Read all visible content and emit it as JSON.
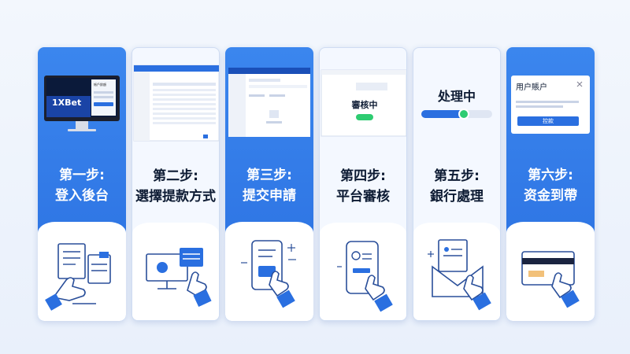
{
  "colors": {
    "blue": "#2a6fe0",
    "dark_blue": "#1a4fb8",
    "light_bg": "#f4f8ff",
    "green": "#2ecc71",
    "text_dark": "#0d1b33"
  },
  "steps": [
    {
      "line1": "第一步:",
      "line2": "登入後台",
      "screen_brand": "1XBet",
      "screen_text": "帳戶餘額",
      "icon": "document-hand-icon"
    },
    {
      "line1": "第二步:",
      "line2": "選擇提款方式",
      "icon": "monitor-hand-icon"
    },
    {
      "line1": "第三步:",
      "line2": "提交申請",
      "icon": "phone-tap-icon"
    },
    {
      "line1": "第四步:",
      "line2": "平台審核",
      "status": "審核中",
      "icon": "phone-hand-icon"
    },
    {
      "line1": "第五步:",
      "line2": "銀行處理",
      "status": "处理中",
      "icon": "envelope-hand-icon"
    },
    {
      "line1": "第六步:",
      "line2": "资金到帶",
      "popup_title": "用户賬户",
      "popup_button": "控款",
      "icon": "card-hand-icon"
    }
  ]
}
